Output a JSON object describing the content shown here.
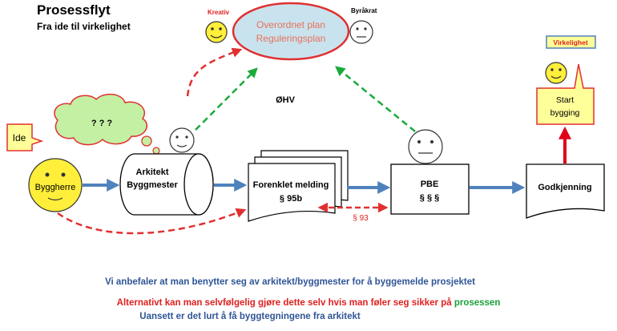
{
  "header": {
    "title": "Prosessflyt",
    "subtitle": "Fra ide til virkelighet"
  },
  "nodes": {
    "overordnet": {
      "line1": "Overordnet plan",
      "line2": "Reguleringsplan"
    },
    "kreativ": "Kreativ",
    "byrakrat": "Byråkrat",
    "ohv": "ØHV",
    "ide": "Ide",
    "cloud": "? ? ?",
    "byggherre": "Byggherre",
    "arkitekt": {
      "line1": "Arkitekt",
      "line2": "Byggmester"
    },
    "melding": {
      "line1": "Forenklet melding",
      "line2": "§ 95b"
    },
    "pbe": {
      "line1": "PBE",
      "line2": "§ § §"
    },
    "paragraf93": "§ 93",
    "godkjenning": "Godkjenning",
    "virkelighet": "Virkelighet",
    "start": {
      "line1": "Start",
      "line2": "bygging"
    }
  },
  "footer": {
    "line1": "Vi anbefaler at man benytter seg av arkitekt/byggmester for å byggemelde prosjektet",
    "line2a": "Alternativt kan man selvfølgelig gjøre dette selv hvis man føler seg sikker på",
    "line2b": "prosessen",
    "line3": "Uansett er det lurt å få byggtegningene fra arkitekt"
  },
  "colors": {
    "blue_arrow": "#4f81bd",
    "red_dashed": "#e03030",
    "green_dashed": "#1aaa3a",
    "red_arrow": "#e0001b",
    "smiley_yellow": "#ffef3a",
    "plan_fill": "#c9e3ee",
    "note_fill": "#ffff99",
    "cloud_fill": "#c4f0a4",
    "text_blue": "#2f5597",
    "text_red": "#e02020",
    "text_green": "#1aa03a"
  }
}
